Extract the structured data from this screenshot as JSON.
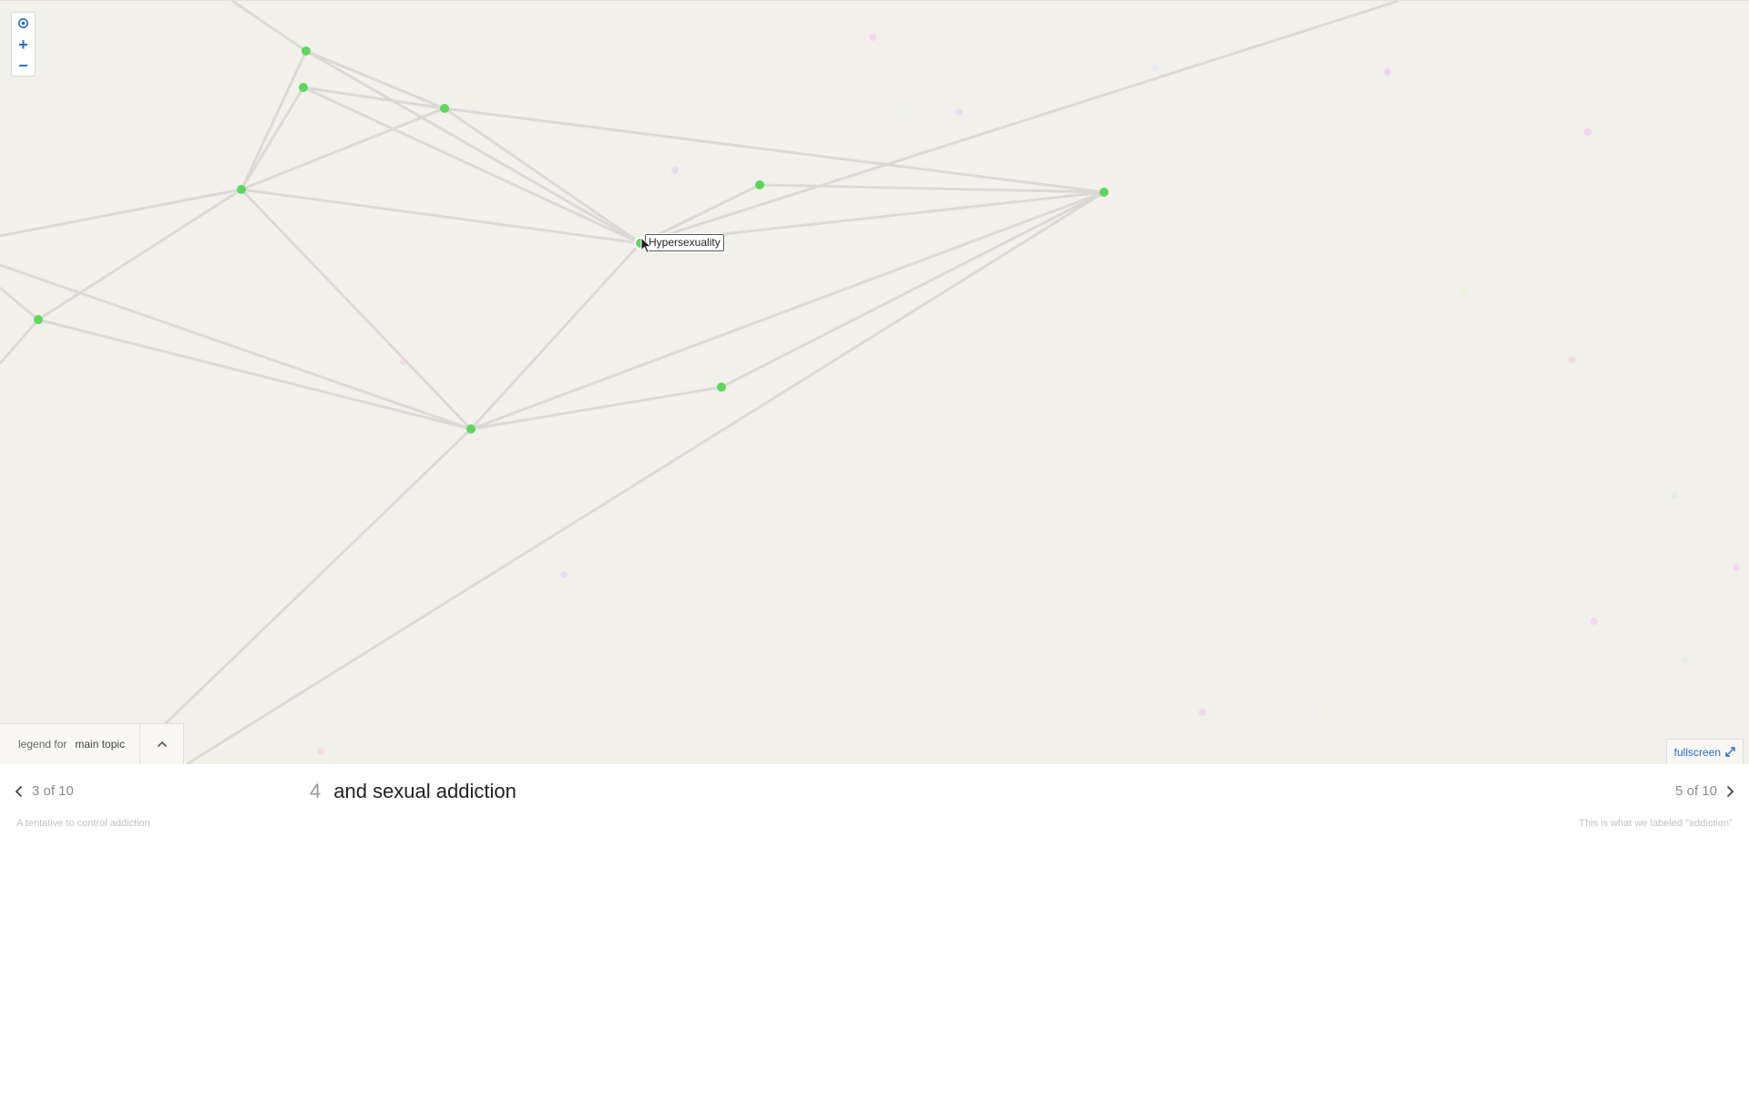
{
  "zoom_controls": {
    "locate_icon": "target-icon",
    "zoom_in_label": "+",
    "zoom_out_label": "−"
  },
  "graph": {
    "node_color": "#5cd65c",
    "edge_color": "#dbd9d5",
    "hovered_node_label": "Hypersexuality"
  },
  "legend": {
    "prefix": "legend for",
    "value": "main topic",
    "toggle_icon": "chevron-up-icon"
  },
  "fullscreen": {
    "label": "fullscreen",
    "icon": "expand-icon"
  },
  "story": {
    "previous": {
      "counter": "3 of 10",
      "description": "A tentative to control addiction"
    },
    "current": {
      "number": "4",
      "title": "and sexual addiction"
    },
    "next": {
      "counter": "5 of 10",
      "description": "This is what we labeled \"addiction\""
    }
  },
  "colors": {
    "map_background": "#f2f0eb",
    "accent": "#2b6fc0"
  }
}
